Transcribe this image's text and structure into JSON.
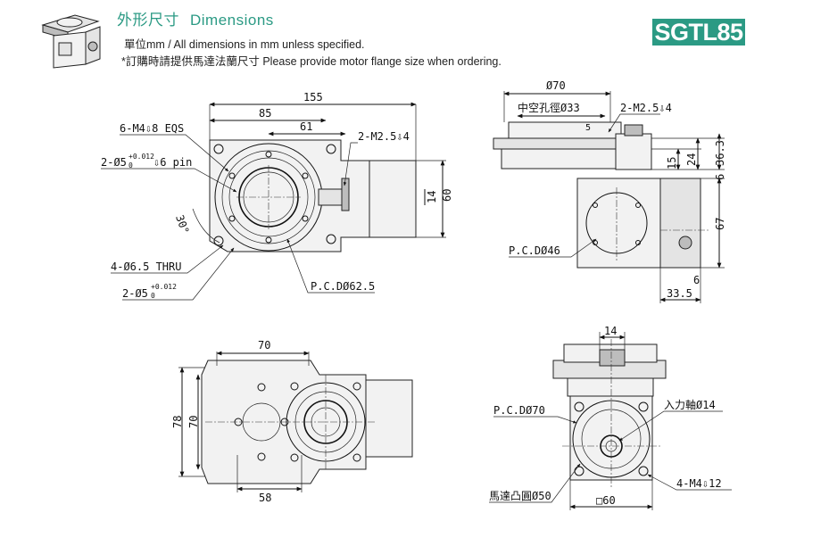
{
  "header": {
    "title_cn": "外形尺寸",
    "title_en": "Dimensions",
    "unit_note": "單位mm / All dimensions in mm unless specified.",
    "order_note": "*訂購時請提供馬達法蘭尺寸 Please provide motor flange size when ordering.",
    "model": "SGTL85"
  },
  "top_view": {
    "d155": "155",
    "d85": "85",
    "d61": "61",
    "d14": "14",
    "d60": "60",
    "eqs": "6-M4⇩8 EQS",
    "m25": "2-M2.5⇩4",
    "pin_hole": "2-Ø5",
    "pin_tol_up": "+0.012",
    "pin_tol_dn": "0",
    "pin_depth": "⇩6 pin",
    "angle": "30°",
    "thru": "4-Ø6.5 THRU",
    "pin2_hole": "2-Ø5",
    "pcd": "P.C.DØ62.5"
  },
  "side_view": {
    "d70": "Ø70",
    "hollow": "中空孔徑Ø33",
    "m25": "2-M2.5⇩4",
    "d5": "5",
    "d15": "15",
    "d24": "24",
    "d36": "36.3",
    "d6a": "6",
    "d67": "67",
    "d6b": "6",
    "d335": "33.5",
    "pcd": "P.C.DØ46"
  },
  "bottom_view": {
    "d70": "70",
    "d78": "78",
    "d70v": "70",
    "d58": "58"
  },
  "front_view": {
    "d14": "14",
    "pcd": "P.C.DØ70",
    "input_shaft": "入力軸Ø14",
    "m4": "4-M4⇩12",
    "boss": "馬達凸圓Ø50",
    "square": "□60"
  }
}
